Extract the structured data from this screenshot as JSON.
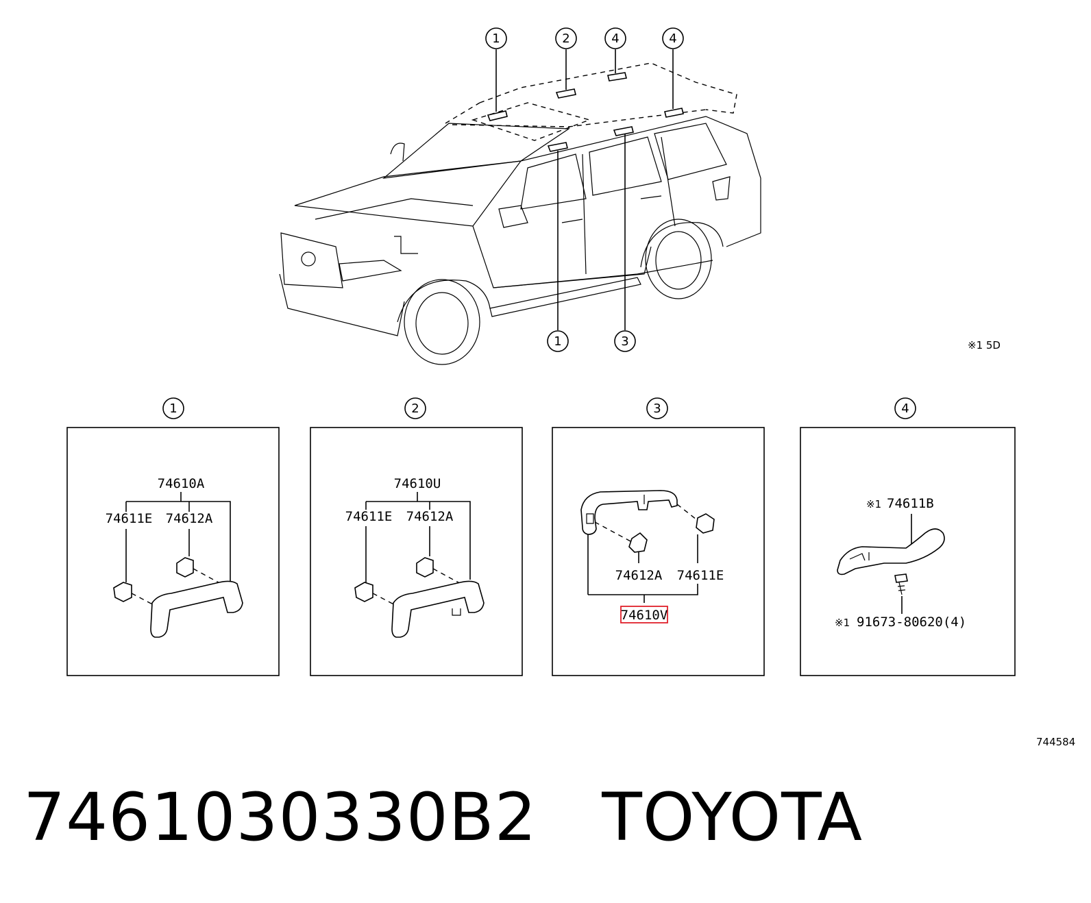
{
  "callouts": {
    "top": [
      "1",
      "2",
      "4",
      "4"
    ],
    "bottom": [
      "1",
      "3"
    ],
    "panels": [
      "1",
      "2",
      "3",
      "4"
    ]
  },
  "variant_note": "※1 5D",
  "drawing_code": "744584",
  "panel1": {
    "assembly": "74610A",
    "left_part": "74611E",
    "right_part": "74612A"
  },
  "panel2": {
    "assembly": "74610U",
    "left_part": "74611E",
    "right_part": "74612A"
  },
  "panel3": {
    "part_a": "74612A",
    "part_b": "74611E",
    "assembly": "74610V",
    "highlight_color": "#e0202a"
  },
  "panel4": {
    "handle_mark": "※1",
    "handle": "74611B",
    "bolt_mark": "※1",
    "bolt": "91673-80620(4)"
  },
  "footer": {
    "part_number": "7461030330B2",
    "brand": "TOYOTA"
  }
}
